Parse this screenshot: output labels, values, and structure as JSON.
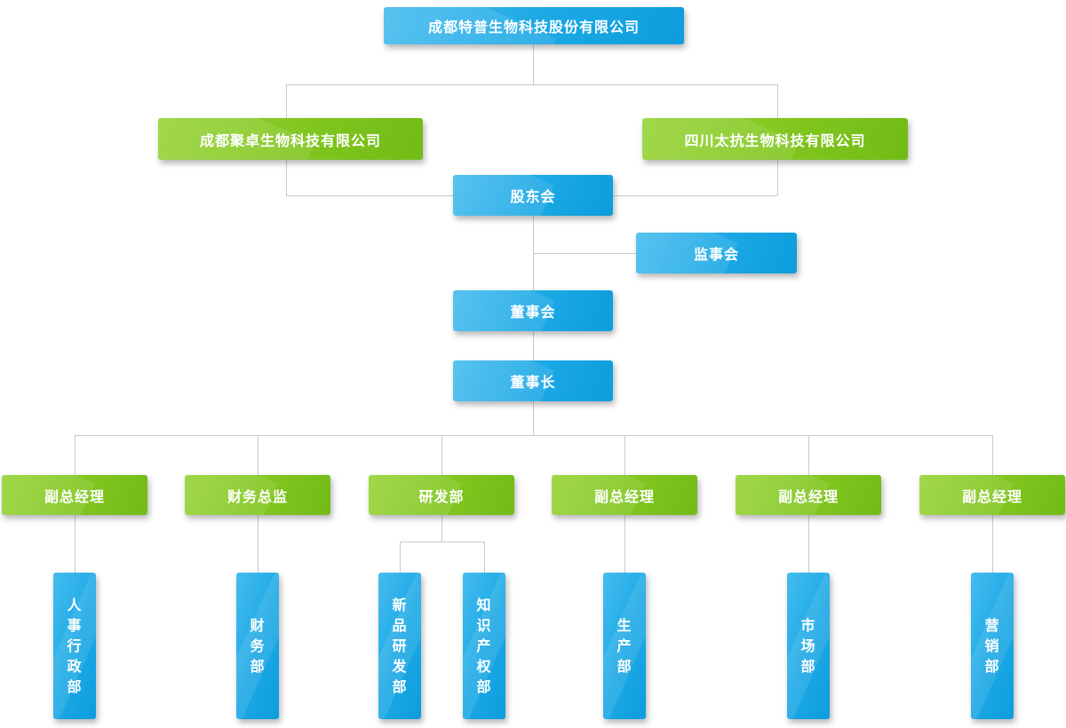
{
  "org": {
    "root": "成都特普生物科技股份有限公司",
    "subsidiary_left": "成都聚卓生物科技有限公司",
    "subsidiary_right": "四川太抗生物科技有限公司",
    "shareholders_meeting": "股东会",
    "supervisory_board": "监事会",
    "board_of_directors": "董事会",
    "chairman": "董事长",
    "managers": [
      "副总经理",
      "财务总监",
      "研发部",
      "副总经理",
      "副总经理",
      "副总经理"
    ],
    "departments": [
      "人事行政部",
      "财务部",
      "新品研发部",
      "知识产权部",
      "生产部",
      "市场部",
      "营销部"
    ],
    "colors": {
      "node_blue": "#1ba8e5",
      "node_green": "#81c61f",
      "connector_gray": "#c9c9c9",
      "text": "#ffffff"
    }
  }
}
